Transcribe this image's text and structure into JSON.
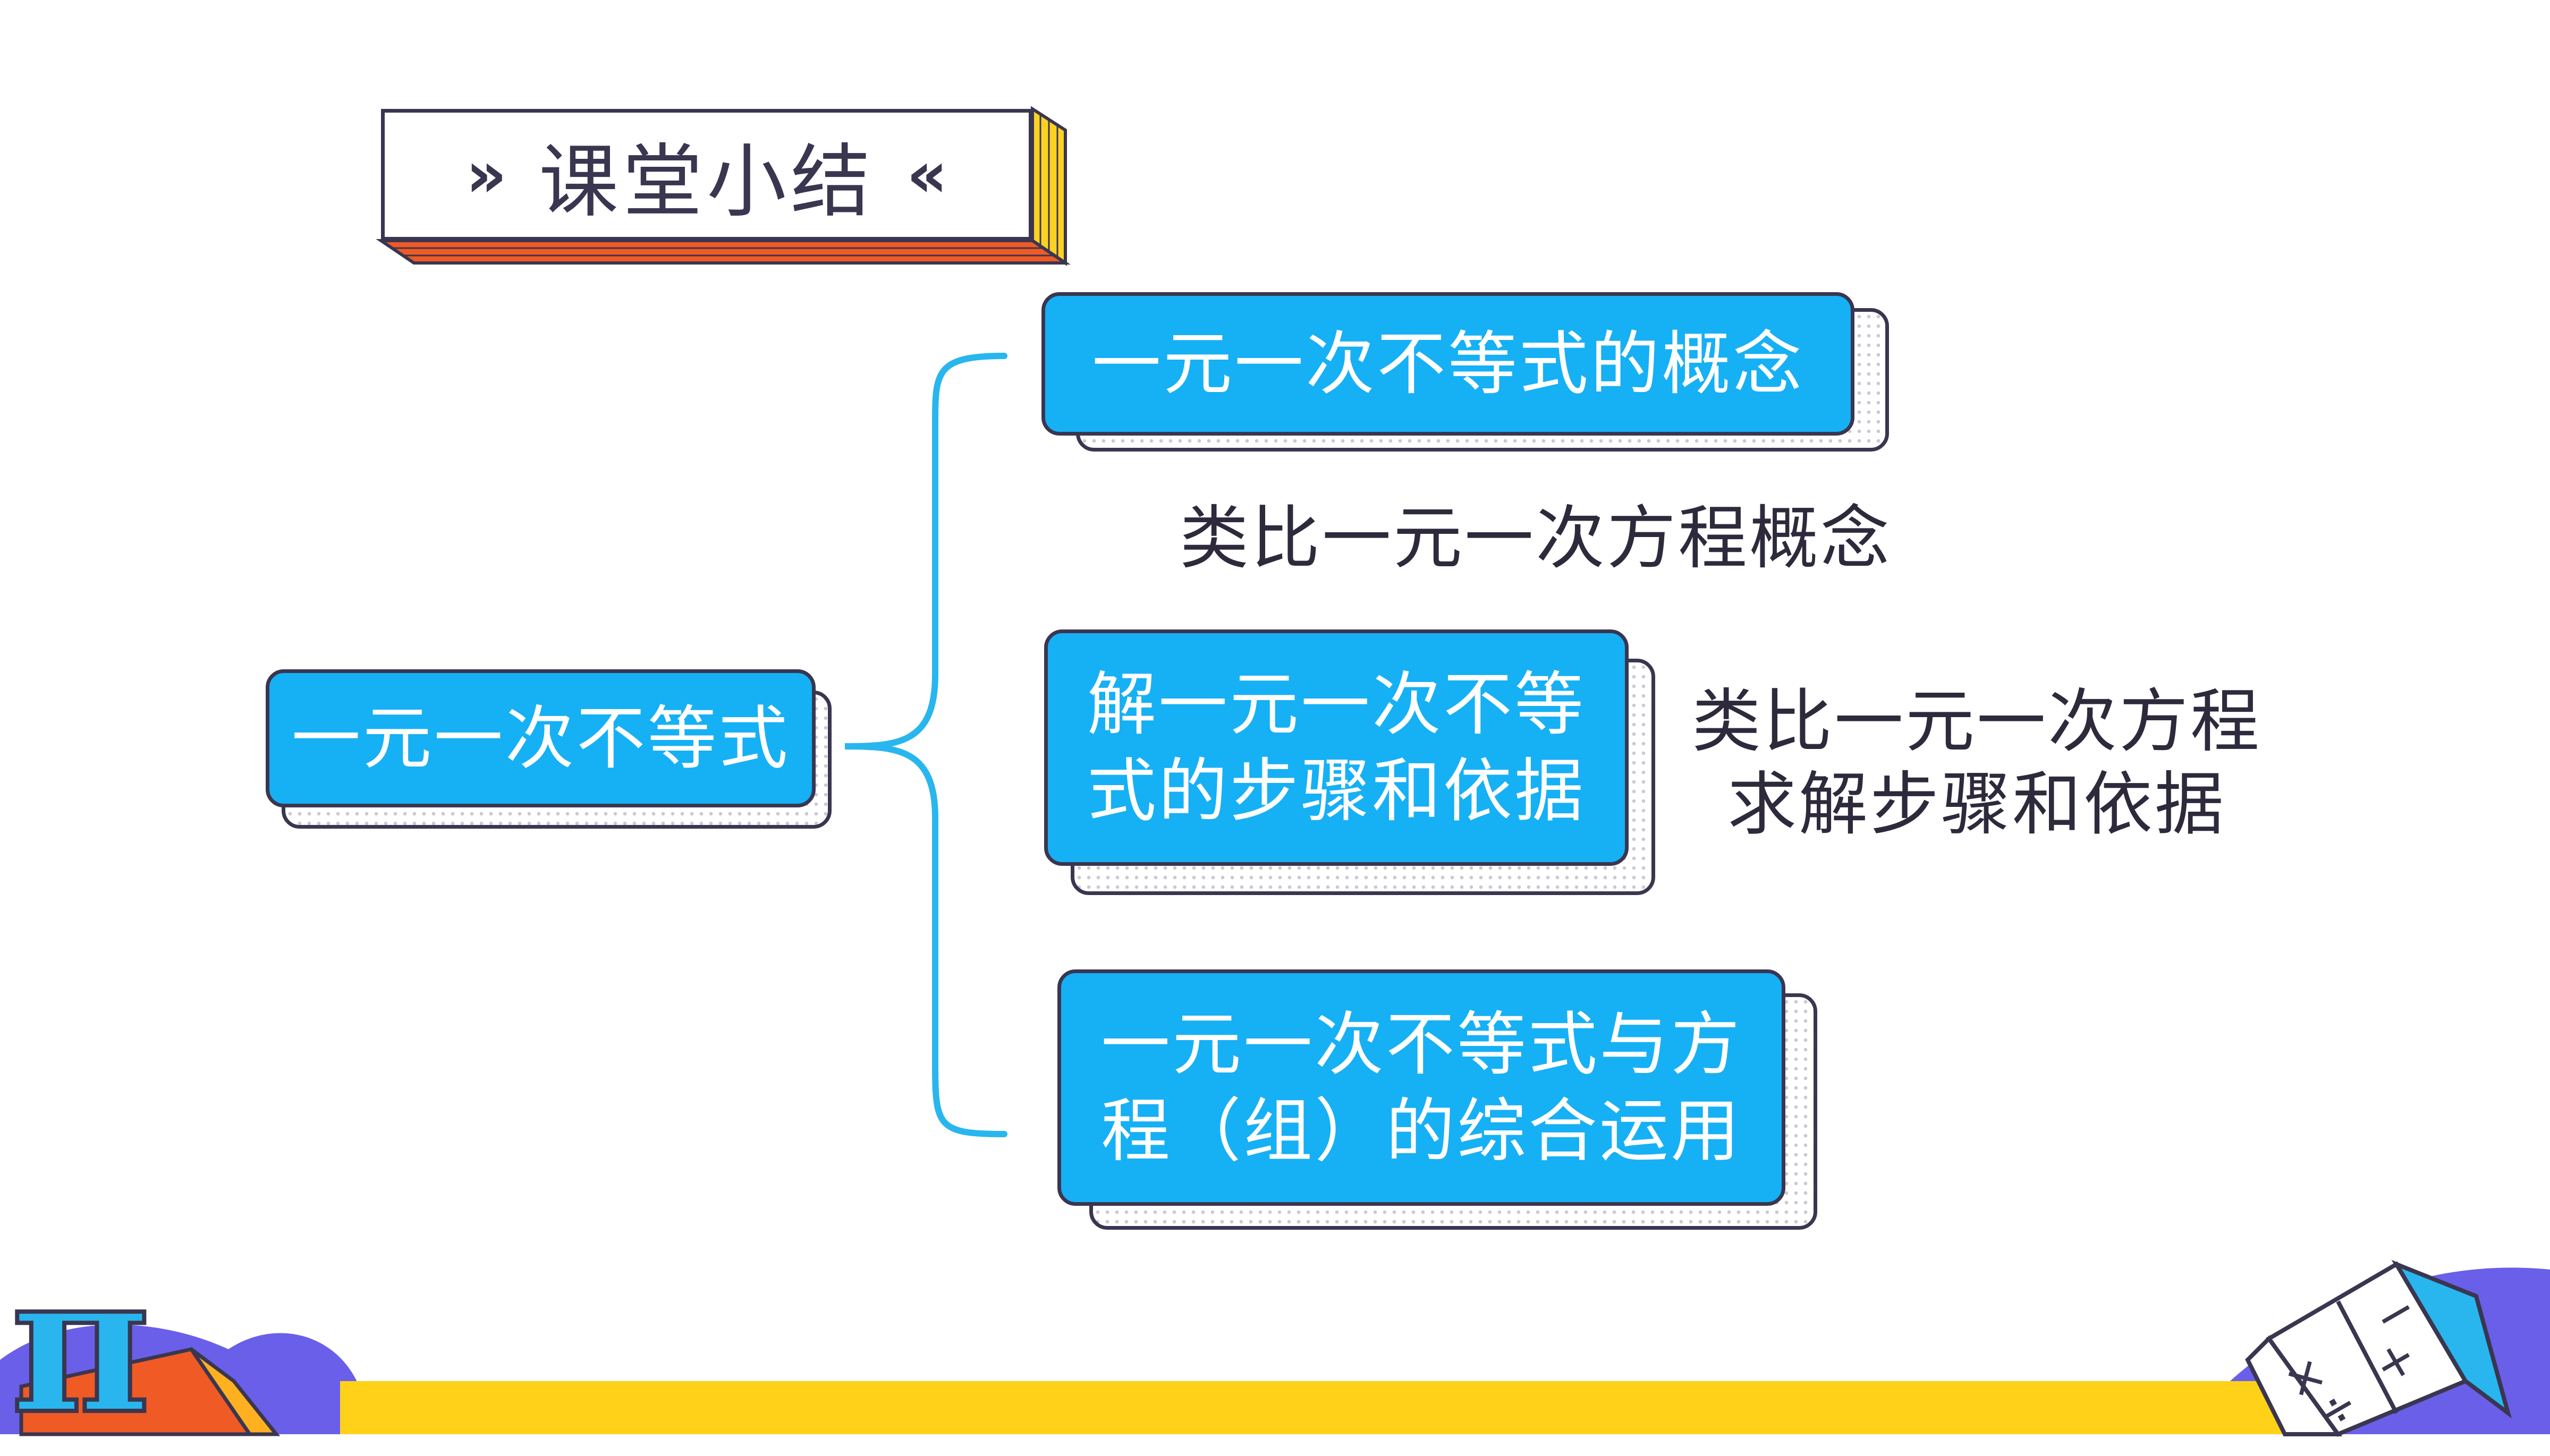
{
  "title": {
    "text": "课堂小结",
    "left_marker": "»",
    "right_marker": "«"
  },
  "root": {
    "label": "一元一次不等式"
  },
  "branches": [
    {
      "label": "一元一次不等式的概念"
    },
    {
      "label_line1": "解一元一次不等",
      "label_line2": "式的步骤和依据"
    },
    {
      "label_line1": "一元一次不等式与方",
      "label_line2": "程（组）的综合运用"
    }
  ],
  "notes": [
    {
      "text": "类比一元一次方程概念"
    },
    {
      "line1": "类比一元一次方程",
      "line2": "求解步骤和依据"
    }
  ],
  "decor": {
    "pi_symbol": "π",
    "book_symbols": [
      "−",
      "+",
      "×",
      "÷"
    ]
  },
  "colors": {
    "box_fill": "#16b0f5",
    "outline": "#3a3650",
    "bracket": "#29b6ee",
    "stripe": "#ffd219",
    "title_shadow_orange": "#f05a24",
    "title_shadow_yellow": "#fbd223",
    "purple_blob": "#6a5fe8"
  }
}
